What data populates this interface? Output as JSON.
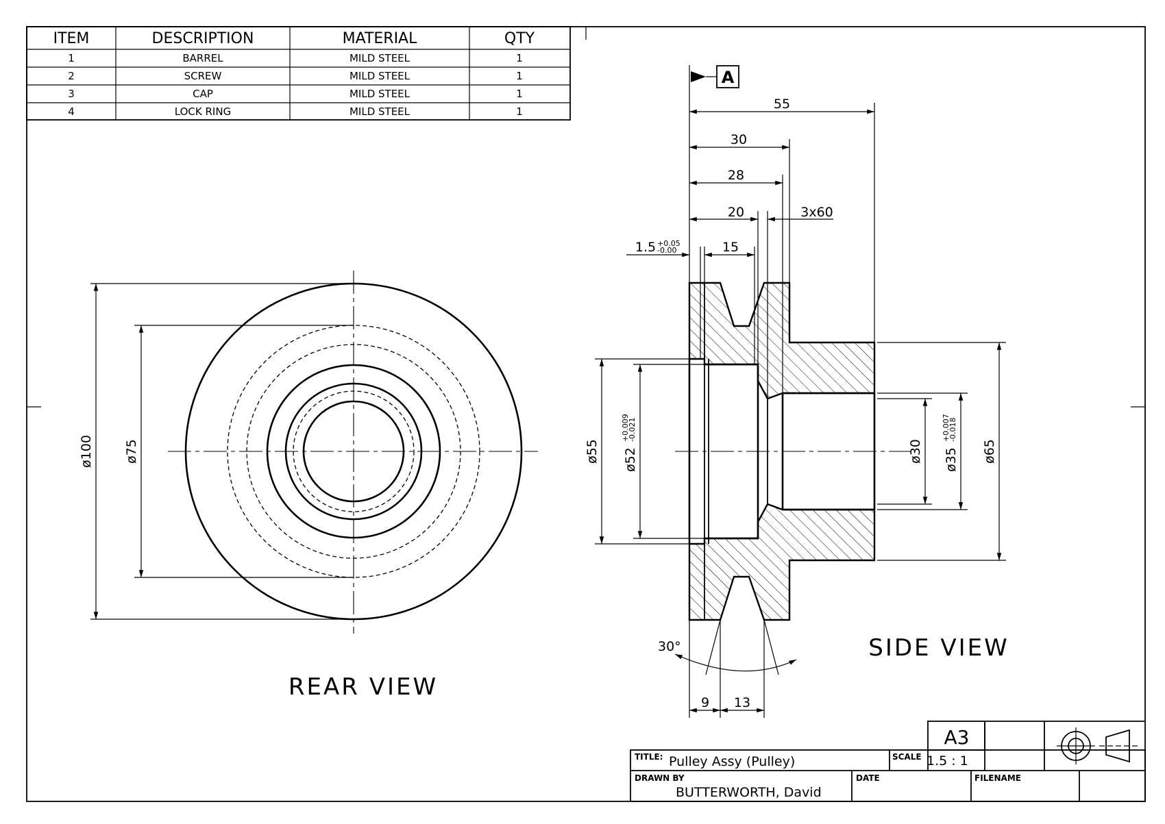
{
  "parts_list": {
    "headers": [
      "ITEM",
      "DESCRIPTION",
      "MATERIAL",
      "QTY"
    ],
    "rows": [
      [
        "1",
        "BARREL",
        "MILD STEEL",
        "1"
      ],
      [
        "2",
        "SCREW",
        "MILD STEEL",
        "1"
      ],
      [
        "3",
        "CAP",
        "MILD STEEL",
        "1"
      ],
      [
        "4",
        "LOCK RING",
        "MILD STEEL",
        "1"
      ]
    ]
  },
  "views": {
    "rear_title": "REAR VIEW",
    "side_title": "SIDE VIEW"
  },
  "datum": "A",
  "dimensions": {
    "overall_length": "55",
    "len_30": "30",
    "len_28": "28",
    "len_20": "20",
    "chamfer": "3x60",
    "groove_width": "1.5",
    "groove_tol_upper": "+0.05",
    "groove_tol_lower": "-0.00",
    "len_15": "15",
    "dia_100": "ø100",
    "dia_75": "ø75",
    "dia_55": "ø55",
    "dia_52": "ø52",
    "dia_52_tol_upper": "+0.009",
    "dia_52_tol_lower": "-0.021",
    "dia_30": "ø30",
    "dia_35": "ø35",
    "dia_35_tol_upper": "+0.007",
    "dia_35_tol_lower": "-0.018",
    "dia_65": "ø65",
    "angle": "30°",
    "len_9": "9",
    "len_13": "13"
  },
  "title_block": {
    "sheet_size": "A3",
    "title_label": "TITLE:",
    "title": "Pulley Assy (Pulley)",
    "scale_label": "SCALE",
    "scale": "1.5 : 1",
    "drawn_by_label": "DRAWN BY",
    "drawn_by": "BUTTERWORTH, David",
    "date_label": "DATE",
    "filename_label": "FILENAME",
    "projection_symbol": "third-angle-projection-icon"
  }
}
